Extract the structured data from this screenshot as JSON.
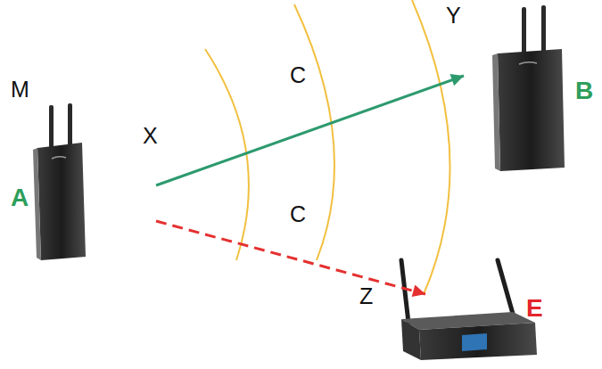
{
  "diagram": {
    "nodes": [
      {
        "text": [
          "A"
        ]
      },
      {
        "text": [
          "B"
        ]
      },
      {
        "text": [
          "E"
        ]
      }
    ],
    "edges": [
      {
        "from": 0,
        "to": 1,
        "arrow": "to"
      },
      {
        "from": 0,
        "to": 2,
        "arrow": "to"
      }
    ],
    "labels": [
      "M",
      "X",
      "C",
      "C",
      "Y",
      "Z"
    ]
  }
}
